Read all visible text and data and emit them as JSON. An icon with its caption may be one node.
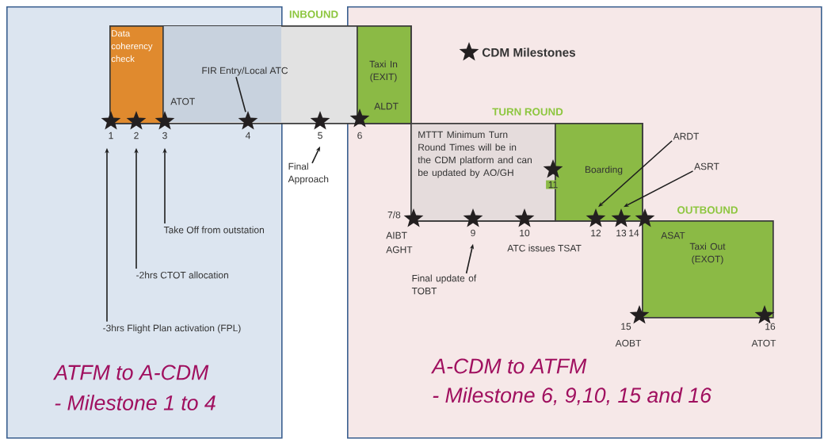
{
  "diagram": {
    "nodes": [
      {
        "text": [
          "ATFM to A-CDM",
          "- Milestone 1 to 4"
        ]
      },
      {
        "text": [
          "A-CDM to ATFM",
          "- Milestone 6, 9,10, 15 and 16"
        ]
      },
      {
        "text": [
          "INBOUND"
        ]
      },
      {
        "text": [
          "Data coherency check"
        ]
      },
      {
        "text": [
          "Taxi In (EXIT)"
        ]
      },
      {
        "text": [
          "TURN ROUND"
        ],
        "in": 1
      },
      {
        "text": [
          "MTTT Minimum Turn Round Times will be in the CDM platform and can be updated by AO/GH"
        ],
        "in": 5
      },
      {
        "text": [
          "Boarding"
        ],
        "in": 5
      },
      {
        "text": [
          "OUTBOUND",
          "Taxi Out (EXOT)"
        ],
        "in": 1
      },
      {
        "text": [],
        "shape": "star",
        "beside": [
          "1"
        ],
        "in": 0
      },
      {
        "text": [],
        "shape": "star",
        "beside": [
          "2"
        ],
        "in": 0
      },
      {
        "text": [],
        "shape": "star",
        "beside": [
          "3",
          "ATOT"
        ],
        "in": 0
      },
      {
        "text": [],
        "shape": "star",
        "beside": [
          "4"
        ],
        "in": 0
      },
      {
        "text": [],
        "shape": "star",
        "beside": [
          "5"
        ]
      },
      {
        "text": [],
        "shape": "star",
        "beside": [
          "6",
          "ALDT"
        ],
        "in": 1
      },
      {
        "text": [],
        "shape": "star",
        "beside": [
          "7/8",
          "AIBT",
          "AGHT"
        ],
        "in": 1
      },
      {
        "text": [],
        "shape": "star",
        "beside": [
          "9"
        ],
        "in": 1
      },
      {
        "text": [],
        "shape": "star",
        "beside": [
          "10",
          "ATC issues TSAT"
        ],
        "in": 1
      },
      {
        "text": [],
        "shape": "star",
        "beside": [
          "11"
        ],
        "in": 5
      },
      {
        "text": [],
        "shape": "star",
        "beside": [
          "12"
        ],
        "in": 1
      },
      {
        "text": [],
        "shape": "star",
        "beside": [
          "13"
        ],
        "in": 1
      },
      {
        "text": [],
        "shape": "star",
        "beside": [
          "14"
        ],
        "in": 1
      },
      {
        "text": [],
        "shape": "star",
        "beside": [
          "15",
          "AOBT"
        ],
        "in": 1
      },
      {
        "text": [],
        "shape": "star",
        "beside": [
          "16",
          "ATOT"
        ],
        "in": 1
      },
      {
        "text": [
          "FIR Entry/Local ATC"
        ]
      },
      {
        "text": [
          "Final Approach"
        ]
      },
      {
        "text": [
          "Take Off from outstation"
        ],
        "in": 0
      },
      {
        "text": [
          "-2hrs CTOT allocation"
        ],
        "in": 0
      },
      {
        "text": [
          "-3hrs Flight Plan activation (FPL)"
        ],
        "in": 0
      },
      {
        "text": [
          "Final update of TOBT"
        ],
        "in": 1
      },
      {
        "text": [
          "ARDT"
        ],
        "in": 1
      },
      {
        "text": [
          "ASRT"
        ],
        "in": 1
      }
    ],
    "edges": [
      {
        "from": 28,
        "to": 9,
        "arrow": "to"
      },
      {
        "from": 27,
        "to": 10,
        "arrow": "to"
      },
      {
        "from": 26,
        "to": 11,
        "arrow": "to"
      },
      {
        "from": 24,
        "to": 12,
        "arrow": "none"
      },
      {
        "from": 25,
        "to": 13,
        "arrow": "to"
      },
      {
        "from": 29,
        "to": 16,
        "arrow": "to"
      },
      {
        "from": 30,
        "to": 19,
        "arrow": "to"
      },
      {
        "from": 31,
        "to": 20,
        "arrow": "to"
      }
    ],
    "labels": [
      "ASAT"
    ],
    "legend": [
      {
        "text": "CDM Milestones"
      }
    ]
  }
}
